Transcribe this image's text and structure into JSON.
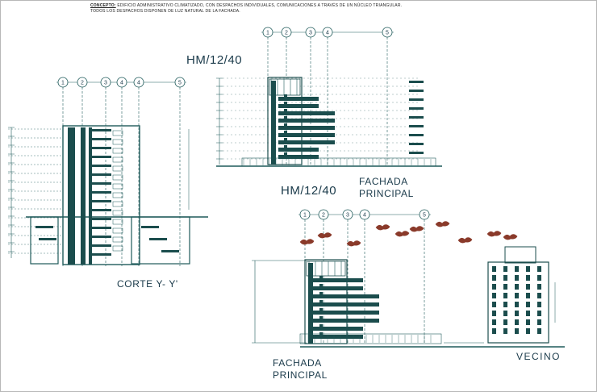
{
  "concept": {
    "label": "CONCEPTO:",
    "text": "EDIFICIO ADMINISTRATIVO CLIMATIZADO, CON DESPACHOS INDIVIDUALES, COMUNICACIONES A TRAVÉS DE UN NÚCLEO TRIANGULAR. TODOS LOS DESPACHOS DISPONEN DE LUZ NATURAL DE LA FACHADA."
  },
  "titles": {
    "hm_top": "HM/12/40",
    "hm_bottom": "HM/12/40"
  },
  "labels": {
    "section": "CORTE Y- Y'",
    "facade_top_line1": "FACHADA",
    "facade_top_line2": "PRINCIPAL",
    "facade_bottom_line1": "FACHADA",
    "facade_bottom_line2": "PRINCIPAL",
    "neighbor": "VECINO"
  },
  "axes": {
    "section": [
      "1",
      "2",
      "3",
      "4",
      "4",
      "5"
    ],
    "facade_top": [
      "1",
      "2",
      "3",
      "4",
      "5"
    ],
    "facade_bottom": [
      "1",
      "2",
      "3",
      "4",
      "5"
    ]
  },
  "colors": {
    "line": "#1f5a5a",
    "dark": "#1b4d4d",
    "tree": "#8a3a2a",
    "text": "#1a3a4a"
  }
}
